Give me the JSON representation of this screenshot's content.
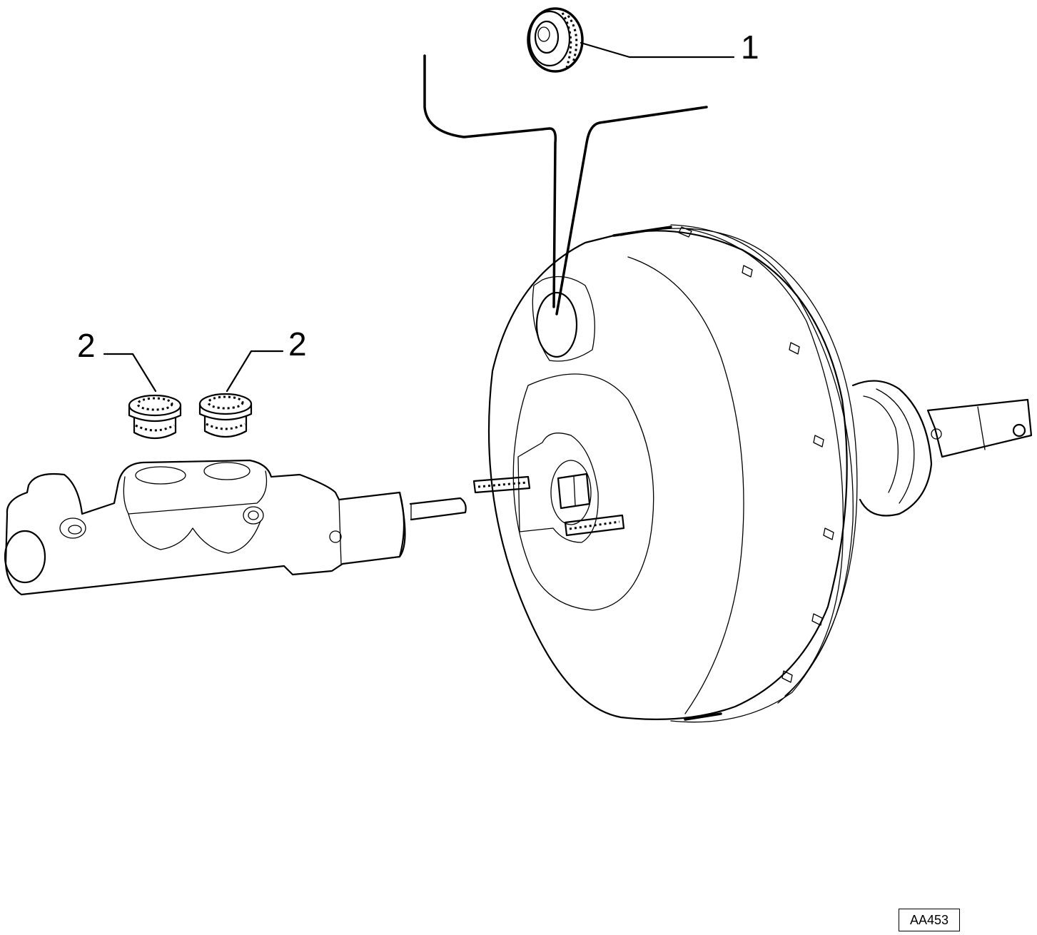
{
  "callouts": [
    {
      "label": "1"
    },
    {
      "label": "2"
    },
    {
      "label": "2"
    }
  ],
  "reference_code": "AA453"
}
